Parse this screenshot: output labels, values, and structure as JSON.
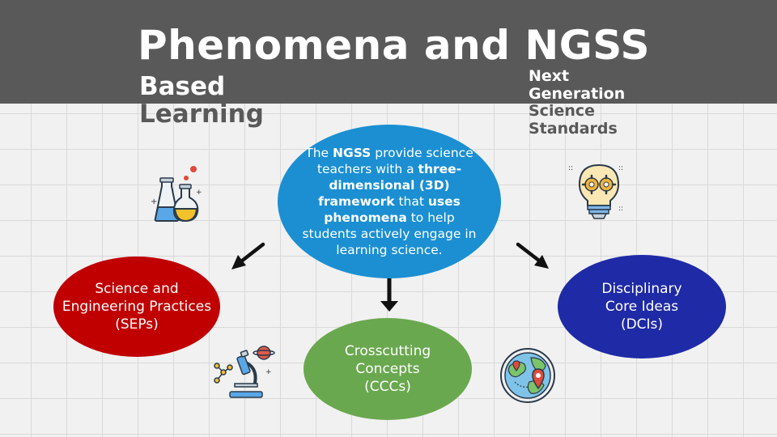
{
  "header": {
    "title": "Phenomena and NGSS",
    "subtitle_word1": "Based",
    "subtitle_word2": "Learning",
    "expansion": [
      "Next",
      "Generation",
      "Science",
      "Standards"
    ]
  },
  "center": {
    "parts": [
      "The ",
      "NGSS",
      " provide science teachers with a ",
      "three-dimensional (3D) framework",
      " that ",
      "uses phenomena",
      " to help students actively engage in learning science."
    ]
  },
  "nodes": {
    "sep": "Science and\nEngineering Practices\n(SEPs)",
    "ccc": "Crosscutting\nConcepts\n(CCCs)",
    "dci": "Disciplinary\nCore Ideas\n(DCIs)"
  },
  "colors": {
    "header_band": "#595959",
    "center": "#1b8fd2",
    "sep": "#c00000",
    "ccc": "#6aa84f",
    "dci": "#1f2aa6"
  },
  "icons": [
    "flasks-icon",
    "lightbulb-gears-icon",
    "microscope-icon",
    "globe-map-pin-icon"
  ]
}
